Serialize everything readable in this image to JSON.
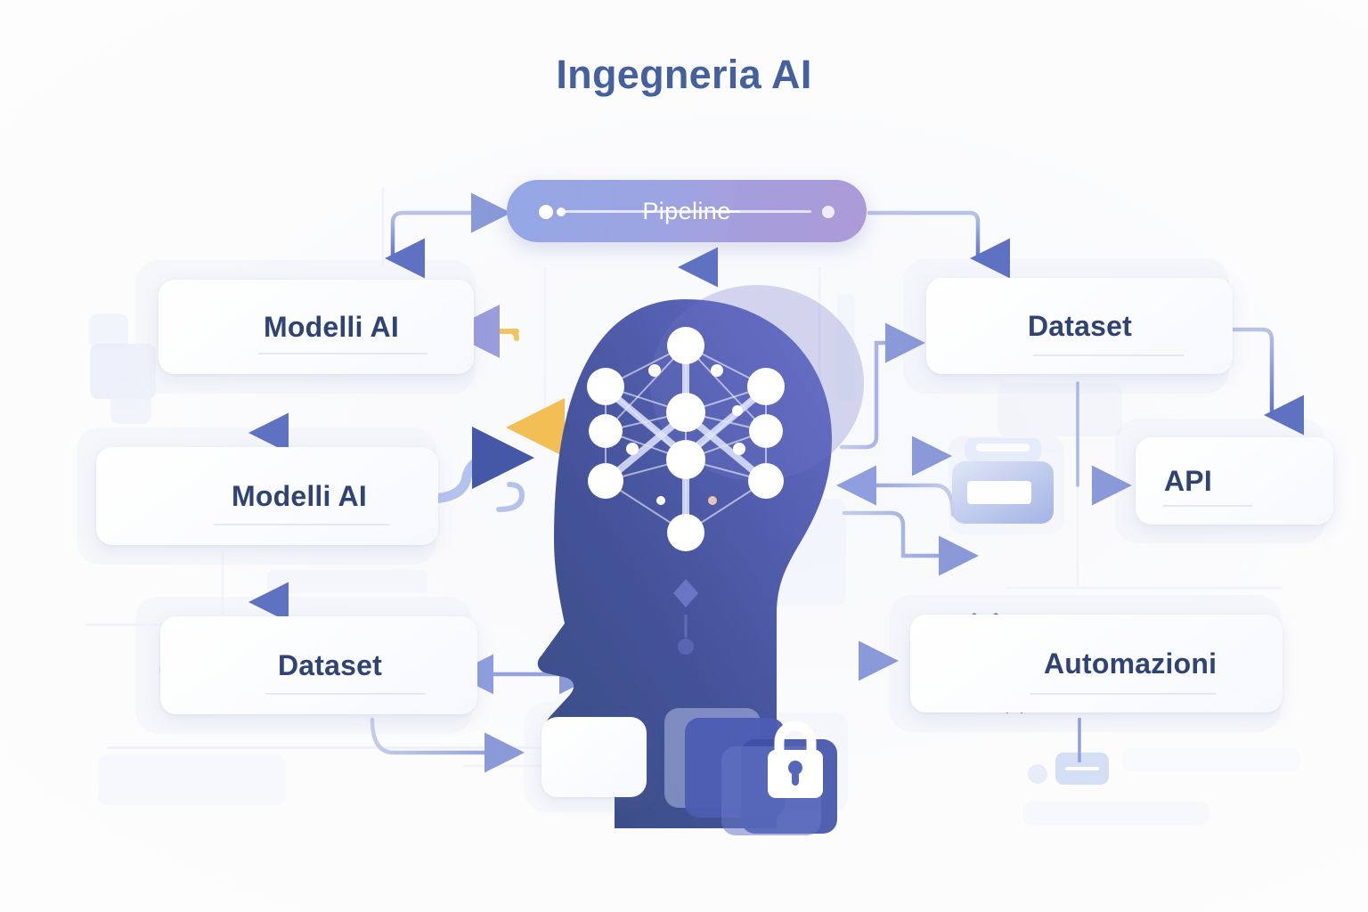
{
  "page": {
    "title": "Ingegneria AI",
    "background_color": "#fbfbfc",
    "title_color": "#44619e"
  },
  "pipeline": {
    "label": "Pipeline",
    "gradient_from": "#93a6e4",
    "gradient_to": "#ab9bd8",
    "text_color": "#ffffff"
  },
  "cards": {
    "modelli_ai_top": {
      "label": "Modelli AI",
      "icon": "image-triangles-icon"
    },
    "modelli_ai_mid": {
      "label": "Modelli AI",
      "icon": "cube-nodes-icon"
    },
    "dataset_left": {
      "label": "Dataset",
      "icon": "circular-nodes-icon"
    },
    "dataset_right": {
      "label": "Dataset",
      "icon": "database-cylinder-icon"
    },
    "api": {
      "label": "API",
      "icon": "plug-connector-icon"
    },
    "automazioni": {
      "label": "Automazioni",
      "icon": "gears-icon"
    },
    "document": {
      "label": "",
      "icon": "document-lines-icon"
    }
  },
  "center": {
    "figure": "head-silhouette-neural-network",
    "node_count": 11,
    "gradient_from": "#3b4f86",
    "gradient_to": "#5a63bb"
  },
  "decor": {
    "lock": "lock-icon",
    "printer": "printer-ghost-icon",
    "card_text_color": "#2f4374",
    "arrow_color": "#8d9ddd",
    "arrow_accent_color": "#f0b843"
  },
  "arrows": [
    {
      "name": "pipeline-to-modelli-top",
      "color": "#8d9ddd"
    },
    {
      "name": "pipeline-to-dataset-right",
      "color": "#8d9ddd"
    },
    {
      "name": "pipeline-to-head",
      "color": "#6b7fc4"
    },
    {
      "name": "modelli-top-to-modelli-mid",
      "color": "#8d9ddd"
    },
    {
      "name": "modelli-mid-to-dataset-left",
      "color": "#8d9ddd"
    },
    {
      "name": "head-to-modelli-top-feedback",
      "color": "#f0b843"
    },
    {
      "name": "modelli-mid-to-head",
      "color": "#8d9ddd"
    },
    {
      "name": "head-to-dataset-right",
      "color": "#8d9ddd"
    },
    {
      "name": "head-to-printer",
      "color": "#8d9ddd"
    },
    {
      "name": "head-to-automazioni",
      "color": "#8d9ddd"
    },
    {
      "name": "dataset-right-to-api",
      "color": "#8d9ddd"
    },
    {
      "name": "dataset-left-to-head",
      "color": "#8d9ddd"
    },
    {
      "name": "document-to-lock",
      "color": "#6b7fc4"
    }
  ]
}
